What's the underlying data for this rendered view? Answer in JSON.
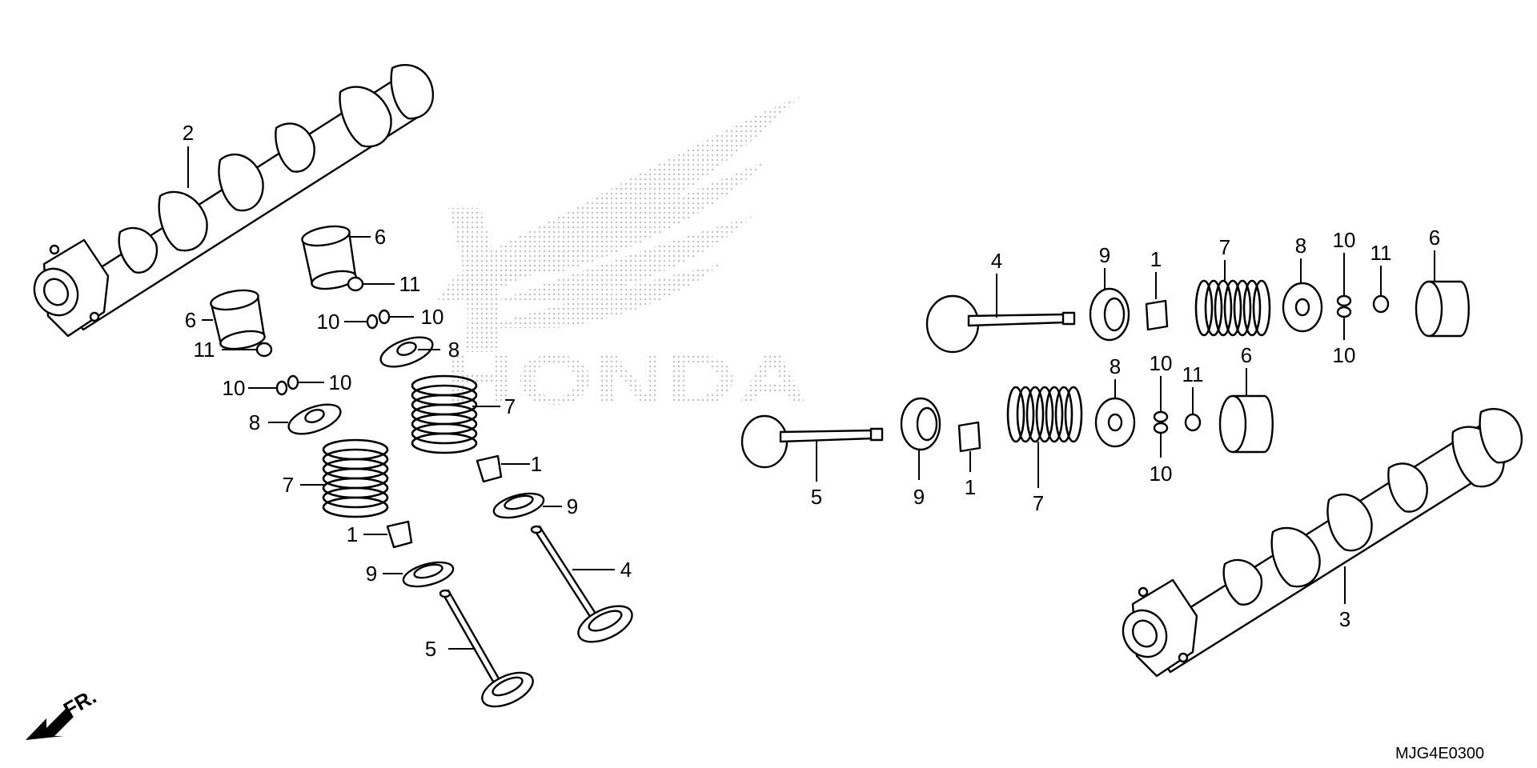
{
  "diagram": {
    "diagram_code": "MJG4E0300",
    "front_marker": "FR.",
    "watermark_text": "HONDA",
    "watermark_icon": "honda-wing-logo",
    "colors": {
      "ink": "#000000",
      "paper": "#ffffff",
      "watermark": "#b8b8b8"
    },
    "callouts": [
      "2",
      "6",
      "11",
      "6",
      "10",
      "10",
      "11",
      "8",
      "10",
      "10",
      "7",
      "8",
      "7",
      "1",
      "9",
      "1",
      "4",
      "9",
      "5",
      "4",
      "9",
      "1",
      "7",
      "8",
      "10",
      "11",
      "6",
      "10",
      "8",
      "10",
      "11",
      "6",
      "5",
      "9",
      "1",
      "7",
      "10",
      "3"
    ]
  }
}
